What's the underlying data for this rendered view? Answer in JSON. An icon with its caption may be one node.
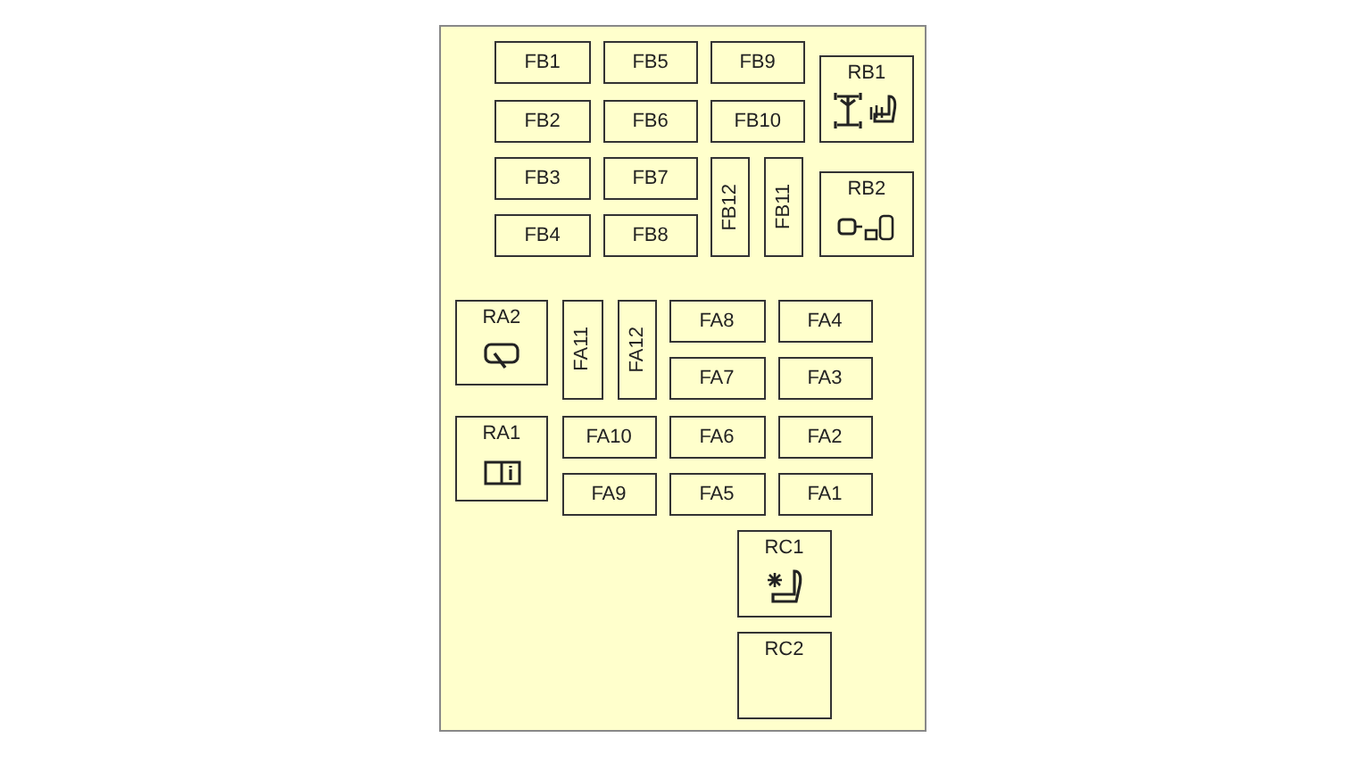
{
  "diagram": {
    "nodes": [
      {
        "text": [],
        "shape": "box"
      },
      {
        "text": [
          "FB1"
        ],
        "in": 0
      },
      {
        "text": [
          "FB5"
        ],
        "in": 0
      },
      {
        "text": [
          "FB9"
        ],
        "in": 0
      },
      {
        "text": [
          "RB1"
        ],
        "in": 0
      },
      {
        "text": [
          "FB2"
        ],
        "in": 0
      },
      {
        "text": [
          "FB6"
        ],
        "in": 0
      },
      {
        "text": [
          "FB10"
        ],
        "in": 0
      },
      {
        "text": [
          "FB3"
        ],
        "in": 0
      },
      {
        "text": [
          "FB7"
        ],
        "in": 0
      },
      {
        "text": [
          "FB12"
        ],
        "in": 0
      },
      {
        "text": [
          "FB11"
        ],
        "in": 0
      },
      {
        "text": [
          "RB2"
        ],
        "in": 0
      },
      {
        "text": [
          "FB4"
        ],
        "in": 0
      },
      {
        "text": [
          "FB8"
        ],
        "in": 0
      },
      {
        "text": [
          "RA2"
        ],
        "in": 0
      },
      {
        "text": [
          "FA11"
        ],
        "in": 0
      },
      {
        "text": [
          "FA12"
        ],
        "in": 0
      },
      {
        "text": [
          "FA8"
        ],
        "in": 0
      },
      {
        "text": [
          "FA4"
        ],
        "in": 0
      },
      {
        "text": [
          "FA7"
        ],
        "in": 0
      },
      {
        "text": [
          "FA3"
        ],
        "in": 0
      },
      {
        "text": [
          "RA1"
        ],
        "in": 0
      },
      {
        "text": [
          "FA10"
        ],
        "in": 0
      },
      {
        "text": [
          "FA6"
        ],
        "in": 0
      },
      {
        "text": [
          "FA2"
        ],
        "in": 0
      },
      {
        "text": [
          "FA9"
        ],
        "in": 0
      },
      {
        "text": [
          "FA5"
        ],
        "in": 0
      },
      {
        "text": [
          "FA1"
        ],
        "in": 0
      },
      {
        "text": [
          "RC1"
        ],
        "in": 0
      },
      {
        "text": [
          "RC2"
        ],
        "in": 0
      }
    ]
  }
}
